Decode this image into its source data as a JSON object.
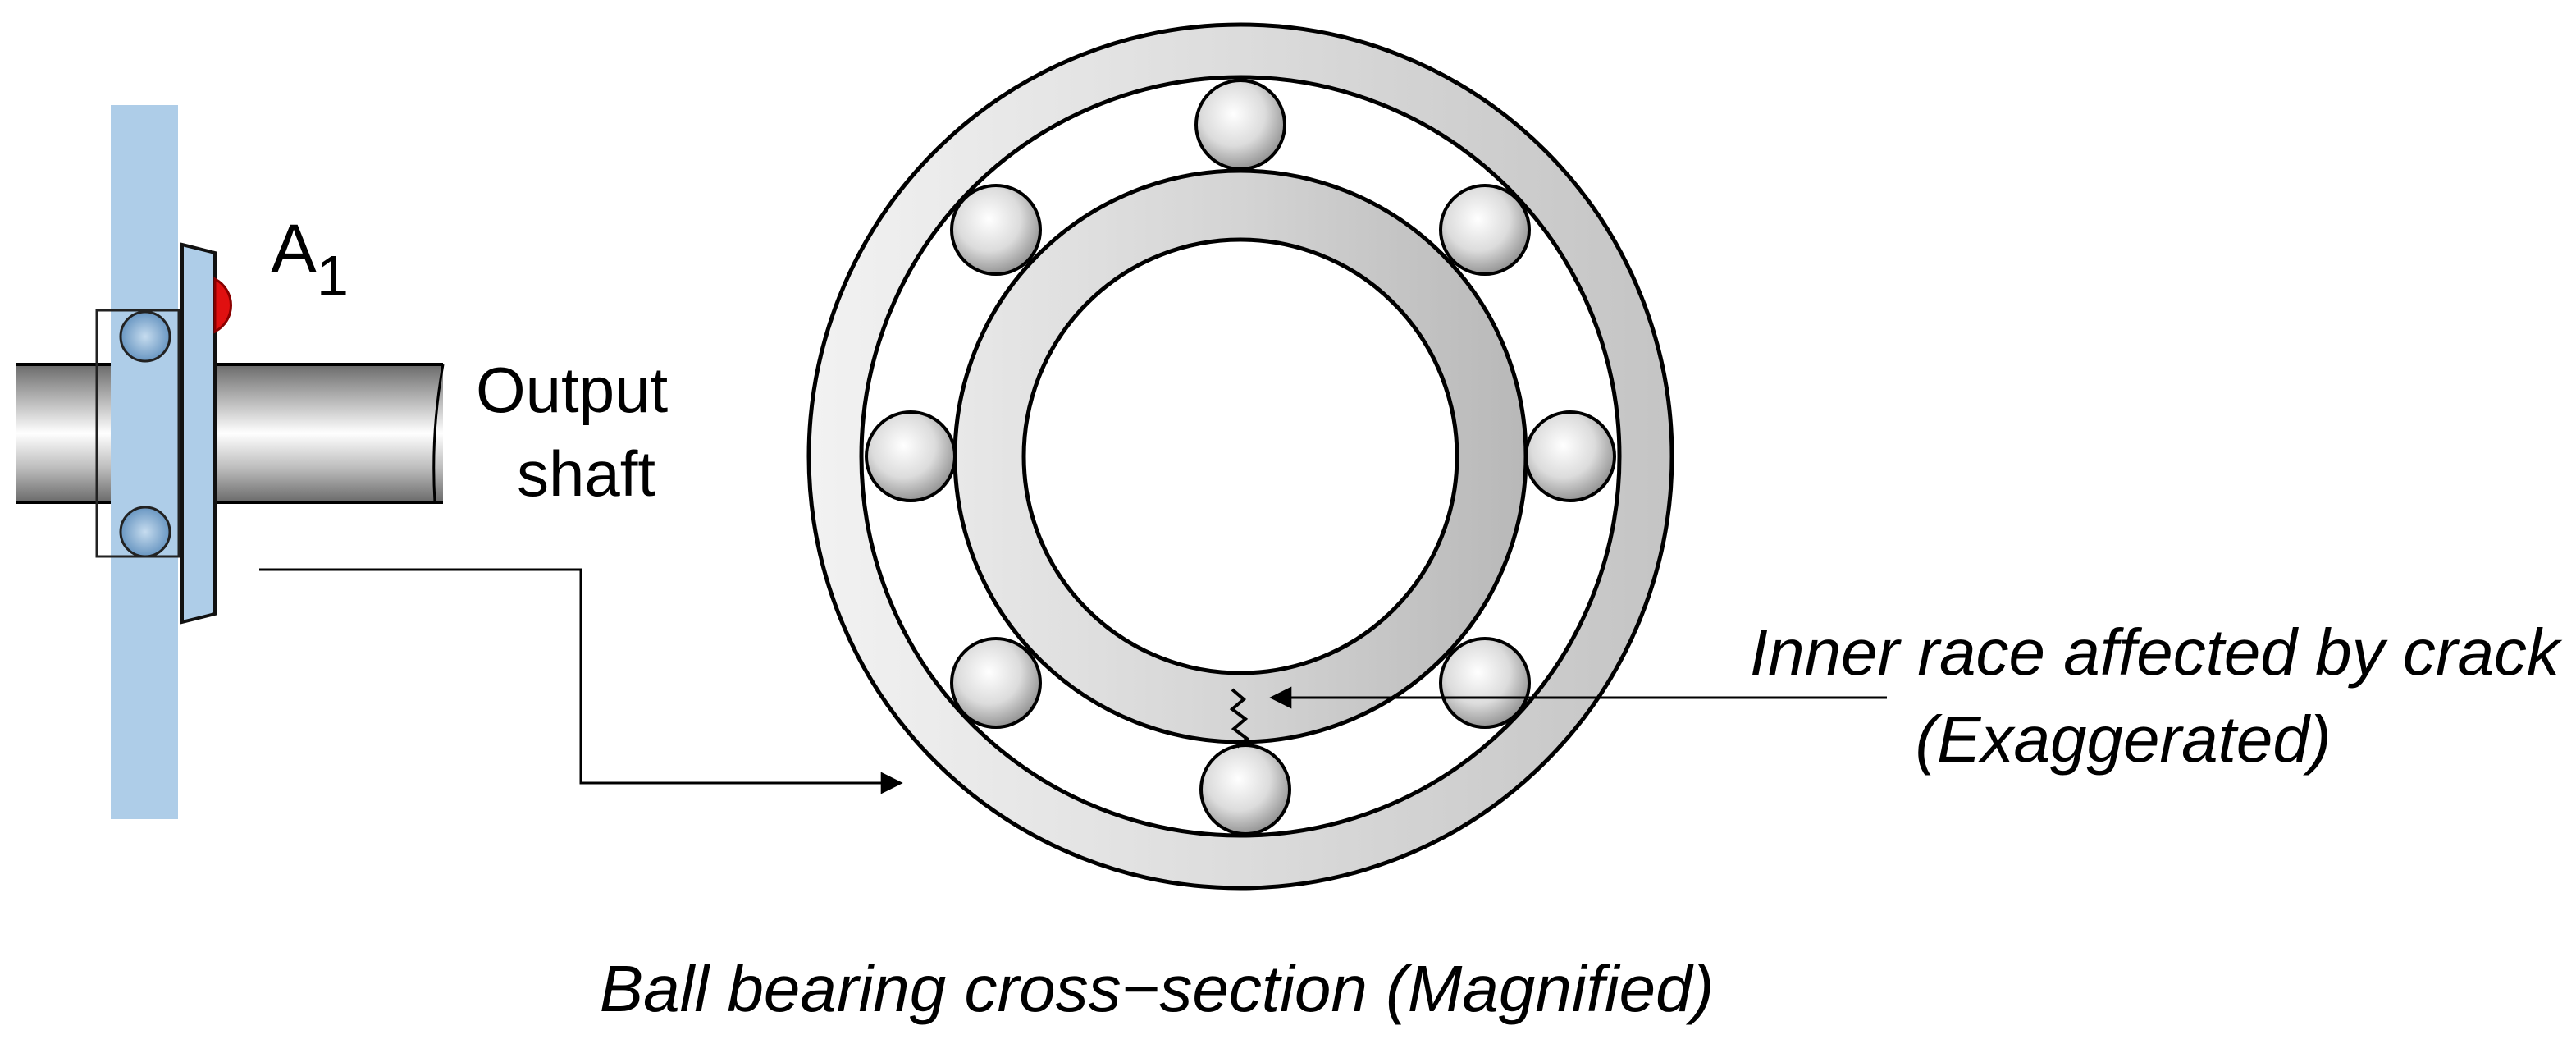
{
  "labels": {
    "sensor_letter": "A",
    "sensor_subscript": "1",
    "shaft_line1": "Output",
    "shaft_line2": "shaft",
    "crack_line1": "Inner race affected by crack",
    "crack_line2": "(Exaggerated)",
    "caption": "Ball bearing cross−section (Magnified)"
  },
  "bearing": {
    "ball_count": 8
  },
  "colors": {
    "housing": "#aecde8",
    "housing_edge": "#7aa8d2",
    "sensor": "#e01010",
    "race": "#d4d4d4",
    "outline": "#000000"
  }
}
